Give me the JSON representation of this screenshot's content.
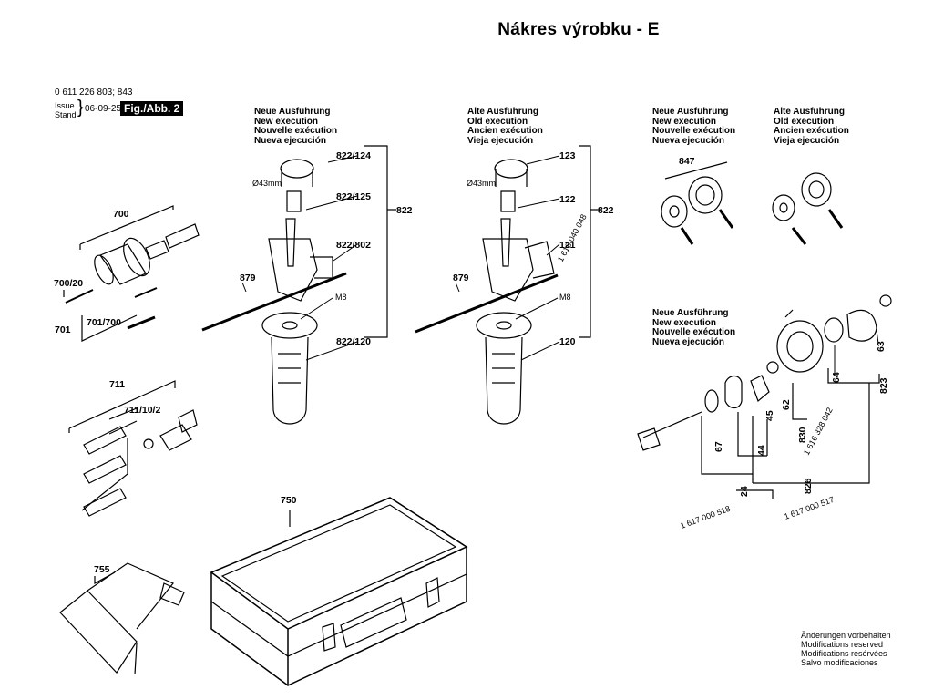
{
  "page_title": "Nákres výrobku - E",
  "header": {
    "part_numbers": "0 611 226 803; 843",
    "issue_label": "Issue",
    "stand_label": "Stand",
    "date": "06-09-25",
    "figure": "Fig./Abb. 2"
  },
  "exec_new": [
    "Neue Ausführung",
    "New execution",
    "Nouvelle exécution",
    "Nueva ejecución"
  ],
  "exec_old": [
    "Alte Ausführung",
    "Old execution",
    "Ancien exécution",
    "Vieja ejecución"
  ],
  "parts": {
    "p700": "700",
    "p700_20": "700/20",
    "p701": "701",
    "p701_700": "701/700",
    "p711": "711",
    "p711_10_2": "711/10/2",
    "p750": "750",
    "p755": "755",
    "p822_124": "822/124",
    "p822_125": "822/125",
    "p822": "822",
    "p822_802": "822/802",
    "p879a": "879",
    "p822_120": "822/120",
    "p43a": "Ø43mm",
    "m8a": "M8",
    "p123": "123",
    "p122": "122",
    "p822b": "822",
    "p121": "121",
    "p1618": "1 618 040 048",
    "p879b": "879",
    "p120": "120",
    "p43b": "Ø43mm",
    "m8b": "M8",
    "p847": "847",
    "p63": "63",
    "p64": "64",
    "p823": "823",
    "p1616": "1 616 328 042",
    "p62": "62",
    "p45": "45",
    "p830": "830",
    "p67": "67",
    "p44": "44",
    "p826": "826",
    "p24": "24",
    "p1617a": "1 617 000 518",
    "p1617b": "1 617 000 517"
  },
  "notice": [
    "Änderungen vorbehalten",
    "Modifications reserved",
    "Modifications resérvées",
    "Salvo modificaciones"
  ]
}
